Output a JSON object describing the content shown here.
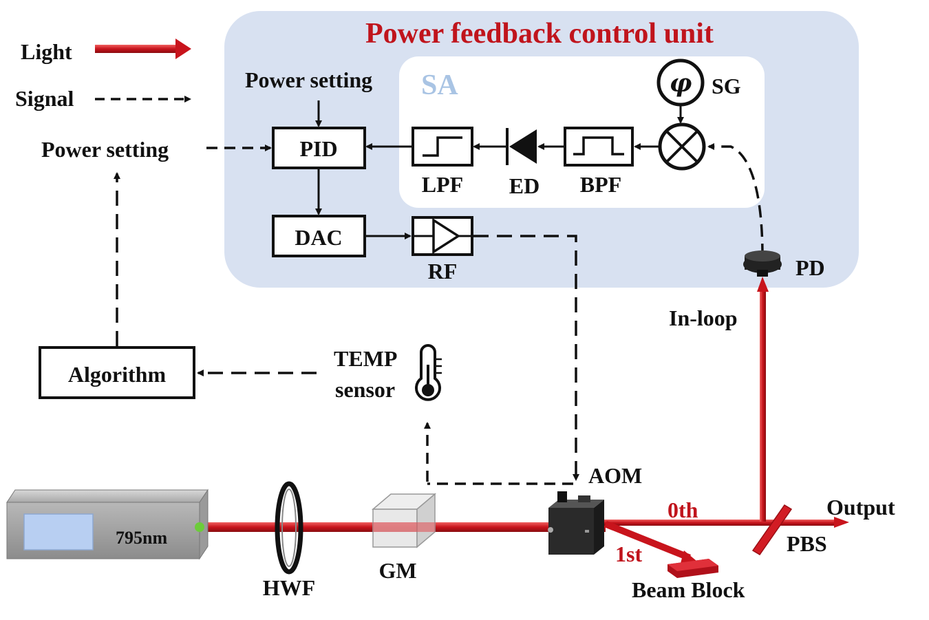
{
  "title": "Power feedback control unit",
  "legend": {
    "light": "Light",
    "signal": "Signal"
  },
  "sa_label": "SA",
  "sa_blocks": {
    "sg": "SG",
    "phi": "φ",
    "lpf": "LPF",
    "ed": "ED",
    "bpf": "BPF"
  },
  "control": {
    "power_setting_top": "Power setting",
    "pid": "PID",
    "dac": "DAC",
    "rf": "RF"
  },
  "power_setting_left": "Power setting",
  "algorithm": "Algorithm",
  "temp_sensor": [
    "TEMP",
    "sensor"
  ],
  "pd": "PD",
  "in_loop": "In-loop",
  "optics": {
    "laser": "795nm",
    "hwf": "HWF",
    "gm": "GM",
    "aom": "AOM",
    "zeroth": "0th",
    "first": "1st",
    "beam_block": "Beam Block",
    "pbs": "PBS",
    "output": "Output"
  },
  "colors": {
    "panel": "#d8e1f1",
    "sa_panel": "#ffffff",
    "beam": "#c8141c",
    "title": "#c0141c"
  }
}
